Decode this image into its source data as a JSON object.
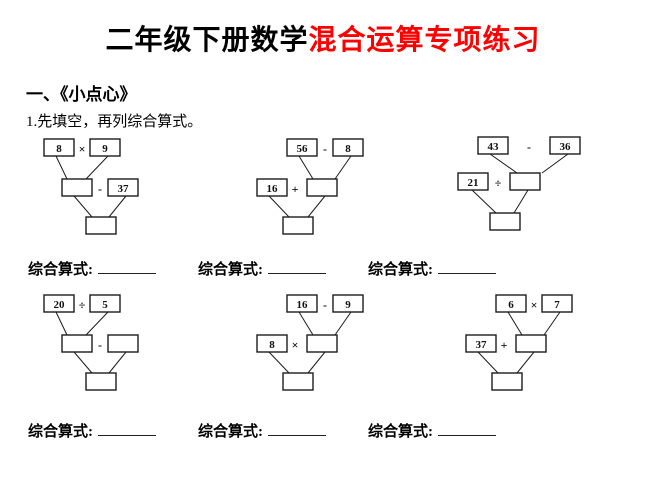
{
  "title": {
    "black_part": "二年级下册数学",
    "red_part": "混合运算专项练习",
    "red_color": "#ff0000"
  },
  "section": {
    "heading": "一、《小点心》",
    "instruction": "1.先填空，再列综合算式。"
  },
  "answers": {
    "label": "综合算式:"
  },
  "diagrams": [
    {
      "top1": "8",
      "op1": "×",
      "top2": "9",
      "mid1": "",
      "op2": "-",
      "mid2": "37",
      "bottom": ""
    },
    {
      "top1": "56",
      "op1": "-",
      "top2": "8",
      "mid1": "16",
      "op2": "+",
      "mid2": "",
      "bottom": ""
    },
    {
      "top1": "43",
      "op1": "-",
      "top2": "36",
      "mid1": "21",
      "op2": "÷",
      "mid2": "",
      "bottom": ""
    },
    {
      "top1": "20",
      "op1": "÷",
      "top2": "5",
      "mid1": "",
      "op2": "-",
      "mid2": "",
      "bottom": ""
    },
    {
      "top1": "16",
      "op1": "-",
      "top2": "9",
      "mid1": "8",
      "op2": "×",
      "mid2": "",
      "bottom": ""
    },
    {
      "top1": "6",
      "op1": "×",
      "top2": "7",
      "mid1": "37",
      "op2": "+",
      "mid2": "",
      "bottom": ""
    }
  ]
}
